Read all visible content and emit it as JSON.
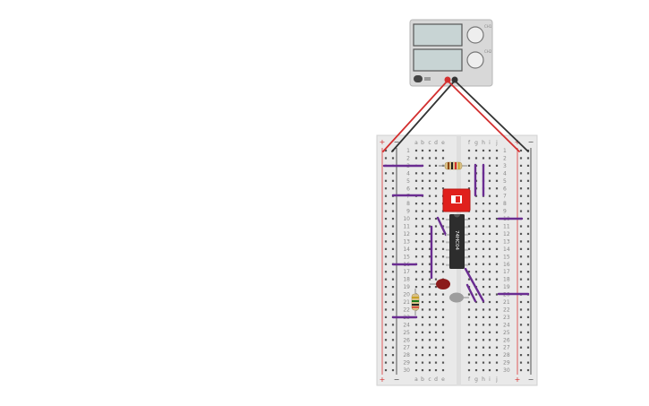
{
  "breadboard": {
    "columns_left": [
      "a",
      "b",
      "c",
      "d",
      "e"
    ],
    "columns_right": [
      "f",
      "g",
      "h",
      "i",
      "j"
    ],
    "rows": [
      "1",
      "2",
      "3",
      "4",
      "5",
      "6",
      "7",
      "8",
      "9",
      "10",
      "11",
      "12",
      "13",
      "14",
      "15",
      "16",
      "17",
      "18",
      "19",
      "20",
      "21",
      "22",
      "23",
      "24",
      "25",
      "26",
      "27",
      "28",
      "29",
      "30"
    ],
    "plus_sign": "+",
    "minus_sign": "−"
  },
  "chip": {
    "label": "74HC04"
  },
  "power_supply": {
    "knob_labels": [
      "CH1",
      "CH2"
    ]
  },
  "colors": {
    "wire_red": "#d32f2f",
    "wire_black": "#333333",
    "jumper": "#6a2c91",
    "rail_red": "#e05a5a",
    "dip_switch": "#e0201c",
    "led_red": "#8b1a1a",
    "chip": "#2d2d2d"
  }
}
